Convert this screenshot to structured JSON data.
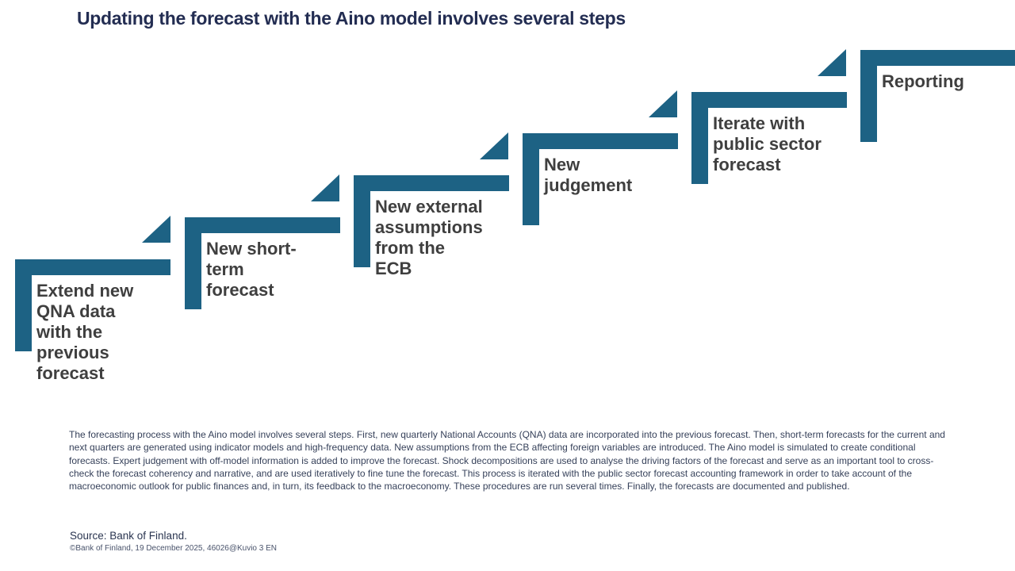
{
  "title": "Updating the forecast with the Aino model involves several steps",
  "steps": [
    {
      "label": "Extend new\nQNA data\nwith the\nprevious\nforecast"
    },
    {
      "label": "New short-\nterm\nforecast"
    },
    {
      "label": "New external\nassumptions\nfrom the\nECB"
    },
    {
      "label": "New\njudgement"
    },
    {
      "label": "Iterate with\npublic sector\nforecast"
    },
    {
      "label": "Reporting"
    }
  ],
  "description": "The forecasting process with the Aino model involves several steps. First, new quarterly National Accounts (QNA) data are incorporated into the previous forecast. Then, short-term forecasts for the current and next quarters are generated using indicator models and high-frequency data. New assumptions from the ECB affecting foreign variables are introduced. The Aino model is simulated to create conditional forecasts. Expert judgement with off-model information is added to improve the forecast. Shock decompositions are used to analyse the driving factors of the forecast and serve as an important tool to cross-check the forecast coherency and narrative, and are used iteratively to fine tune the forecast. This process is iterated with the public sector forecast accounting framework in order to take account of the macroeconomic outlook for public finances and, in turn, its feedback to the macroeconomy. These procedures are run several times. Finally, the forecasts are documented and published.",
  "footer": {
    "source": "Source: Bank of Finland.",
    "copyright": "©Bank of Finland, 19 December 2025, 46026@Kuvio 3 EN"
  },
  "colors": {
    "accent_teal": "#1d6284",
    "title_navy": "#232d52",
    "step_text_gray": "#3f3f3f"
  }
}
